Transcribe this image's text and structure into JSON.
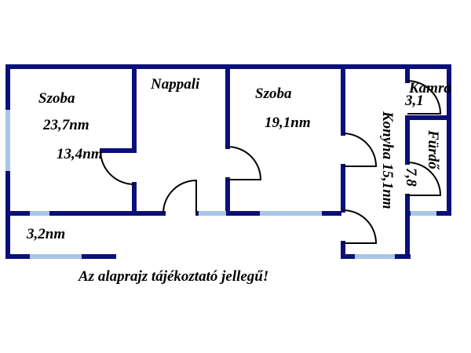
{
  "colors": {
    "wall": "#0b0f7a",
    "window": "#a8c6e6",
    "door": "#000000"
  },
  "rooms": {
    "szoba1": {
      "name": "Szoba",
      "area": "23,7nm"
    },
    "hall": {
      "area": "13,4nm"
    },
    "nappali": {
      "name": "Nappali"
    },
    "szoba2": {
      "name": "Szoba",
      "area": "19,1nm"
    },
    "konyha": {
      "label": "Konyha 15,1nm"
    },
    "kamra": {
      "name": "Kamra",
      "area": "3,1"
    },
    "furdo": {
      "name": "Fürdő",
      "area": "7,8"
    },
    "terasz": {
      "area": "3,2nm"
    }
  },
  "note": "Az alaprajz tájékoztató jellegű!"
}
